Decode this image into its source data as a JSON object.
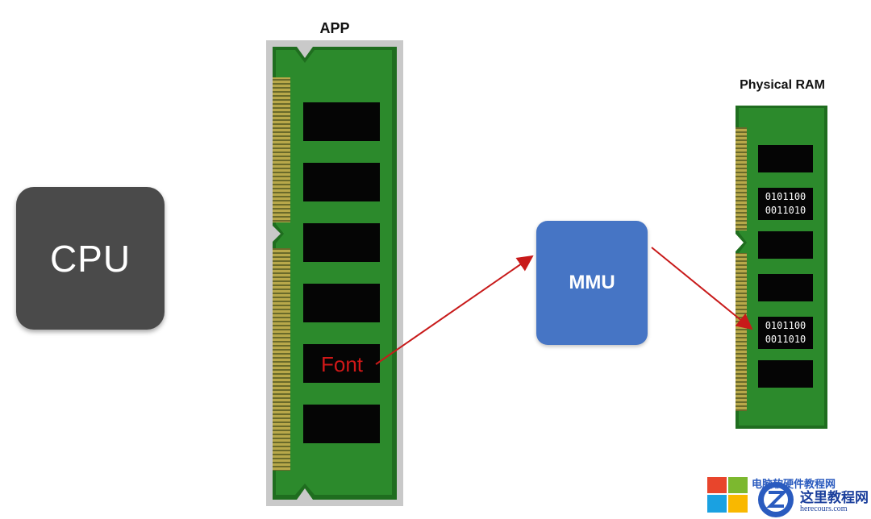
{
  "cpu": {
    "label": "CPU"
  },
  "app": {
    "title": "APP",
    "font_label": "Font"
  },
  "mmu": {
    "label": "MMU"
  },
  "physical_ram": {
    "title": "Physical RAM",
    "binary_block_1": [
      "0101100",
      "0011010"
    ],
    "binary_block_2": [
      "0101100",
      "0011010"
    ]
  },
  "watermark": {
    "text_cn": "这里教程网",
    "text_url": "herecours.com",
    "text_top": "电脑软硬件教程网"
  },
  "colors": {
    "cpu_box": "#4a4a4a",
    "mmu_box": "#4675c5",
    "pcb_green": "#2c8a2c",
    "arrow_red": "#c81a1a",
    "font_text": "#d01818"
  }
}
